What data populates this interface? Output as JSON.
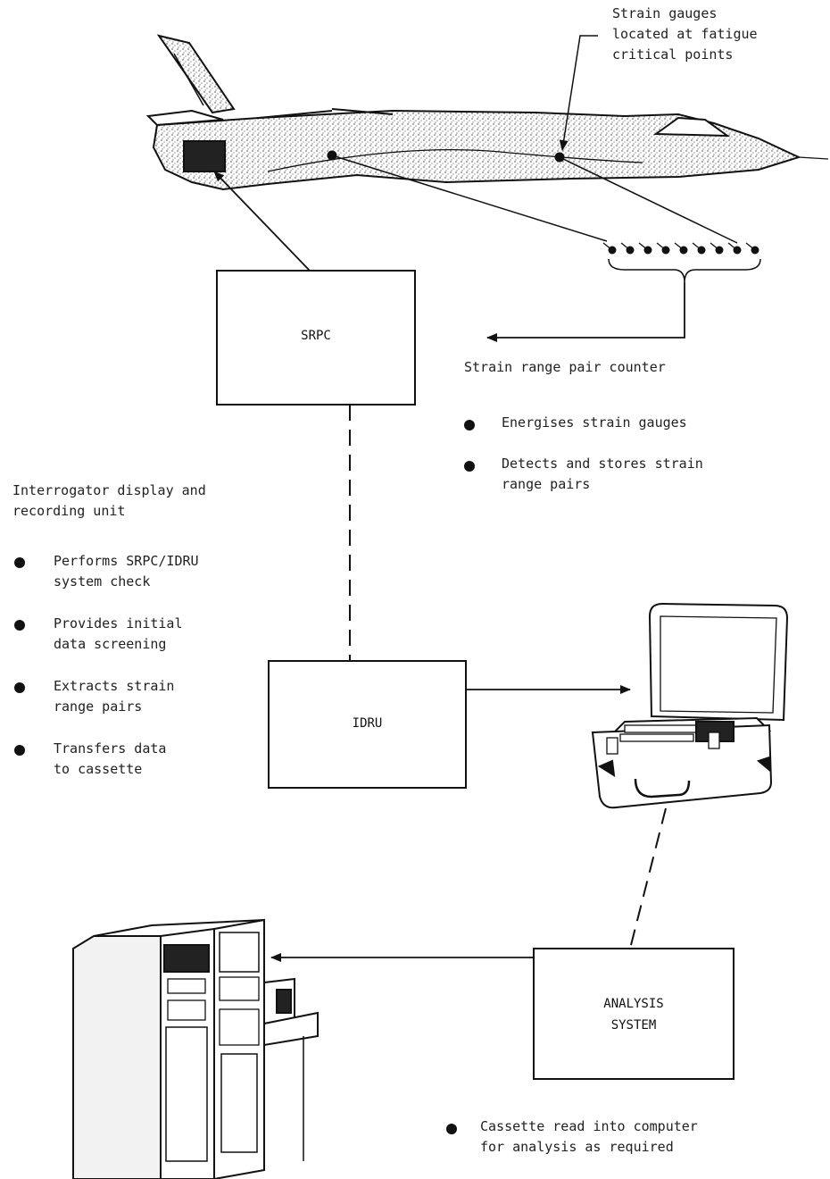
{
  "gauge_callout": {
    "lines": [
      "Strain gauges",
      "located at fatigue",
      "critical points"
    ]
  },
  "srpc": {
    "label": "SRPC",
    "title": "Strain range pair counter",
    "bullets": [
      [
        "Energises strain gauges"
      ],
      [
        "Detects and stores strain",
        "range pairs"
      ]
    ]
  },
  "idru": {
    "label": "IDRU",
    "title_lines": [
      "Interrogator display and",
      "recording unit"
    ],
    "bullets": [
      [
        "Performs SRPC/IDRU",
        "system check"
      ],
      [
        "Provides initial",
        "data screening"
      ],
      [
        "Extracts strain",
        "range pairs"
      ],
      [
        "Transfers data",
        "to cassette"
      ]
    ]
  },
  "analysis": {
    "label_lines": [
      "ANALYSIS",
      "SYSTEM"
    ],
    "bullets": [
      [
        "Cassette read into computer",
        "for analysis as required"
      ]
    ]
  },
  "colors": {
    "ink": "#111111",
    "speckle": "#9a9a9a"
  },
  "icons": [
    "aircraft-illustration",
    "strain-gauge-dots",
    "cassette-case-icon",
    "computer-cabinet-icon"
  ]
}
